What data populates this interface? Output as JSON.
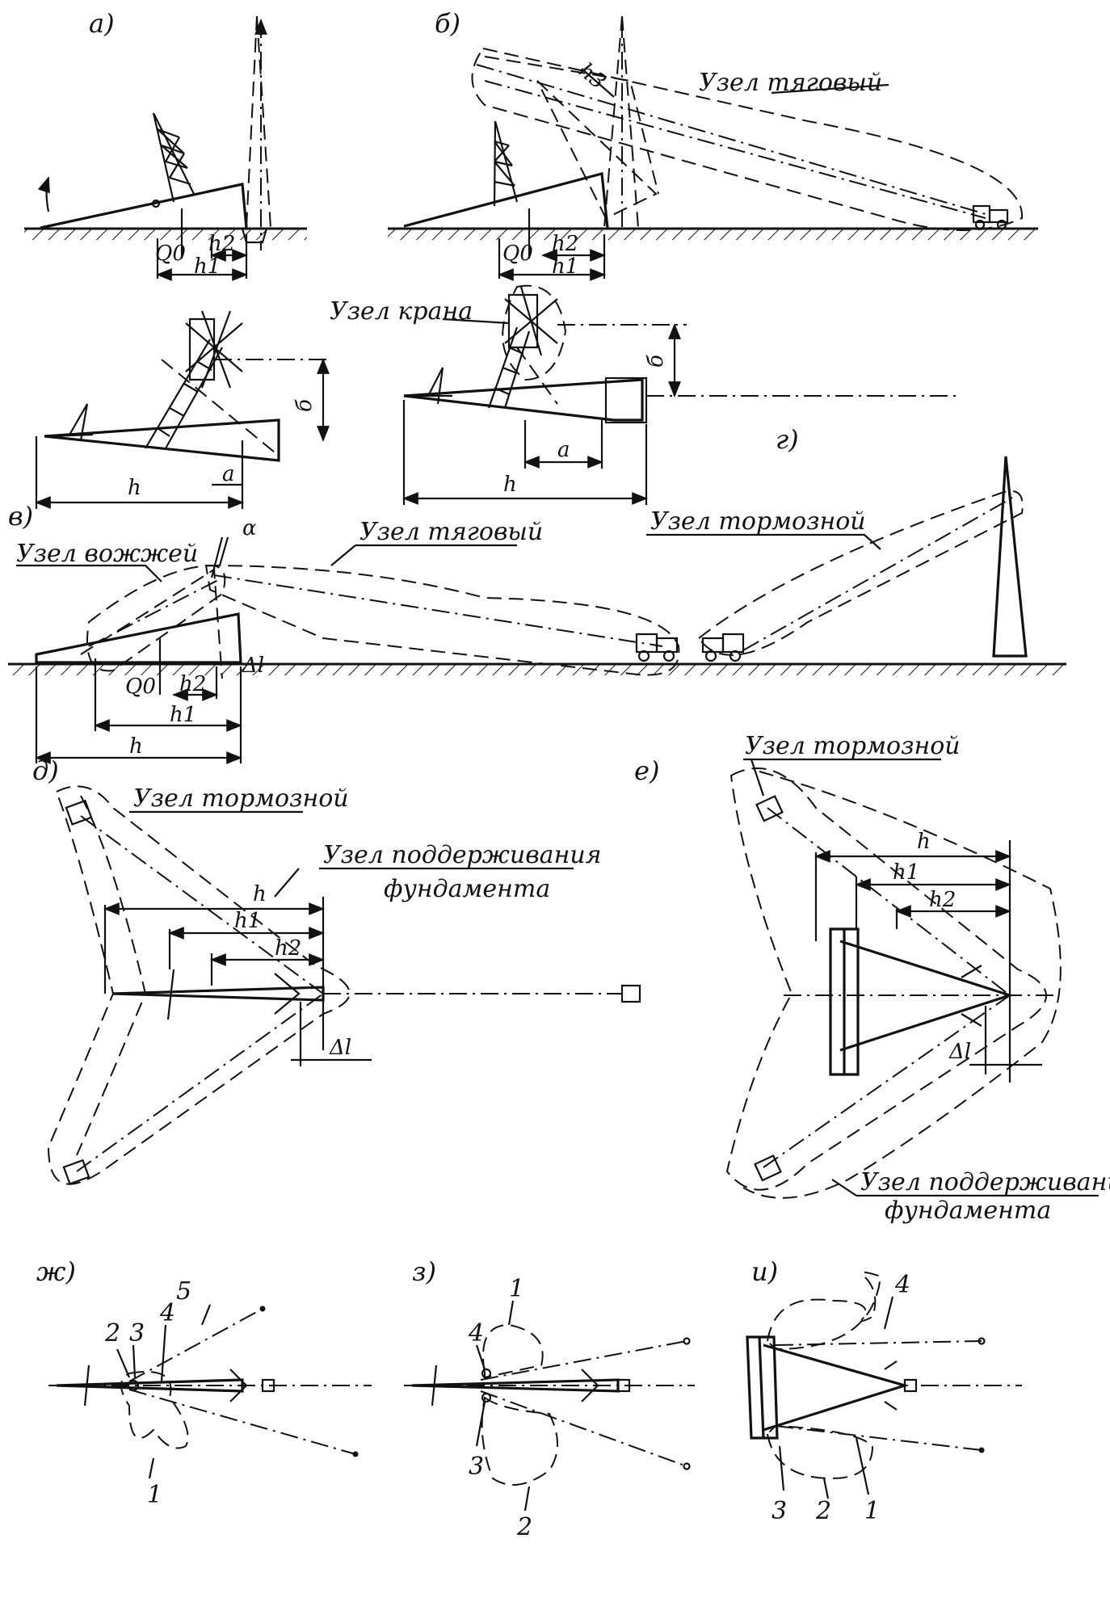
{
  "panels": {
    "a": "а)",
    "b": "б)",
    "v": "в)",
    "g": "г)",
    "d": "д)",
    "e": "е)",
    "zh": "ж)",
    "z": "з)",
    "i": "и)"
  },
  "labels": {
    "traction_node_b": "Узел тяговый",
    "crane_node": "Узел крана",
    "reins_node": "Узел вожжей",
    "traction_node_v": "Узел тяговый",
    "brake_node_v": "Узел тормозной",
    "brake_node_d": "Узел тормозной",
    "foundation_node_d_1": "Узел поддерживания",
    "foundation_node_d_2": "фундамента",
    "brake_node_e": "Узел тормозной",
    "foundation_node_e_1": "Узел поддерживания",
    "foundation_node_e_2": "фундамента"
  },
  "dimensions": {
    "Q0": "Q0",
    "h": "h",
    "h1": "h1",
    "h2": "h2",
    "h3": "h3",
    "a": "a",
    "b": "б",
    "delta_l": "Δl",
    "alpha": "α"
  },
  "numbers": {
    "zh": [
      "2",
      "3",
      "4",
      "5",
      "1"
    ],
    "z": [
      "1",
      "4",
      "3",
      "2"
    ],
    "i": [
      "4",
      "3",
      "2",
      "1"
    ]
  },
  "colors": {
    "ink": "#111111",
    "paper": "#ffffff"
  }
}
